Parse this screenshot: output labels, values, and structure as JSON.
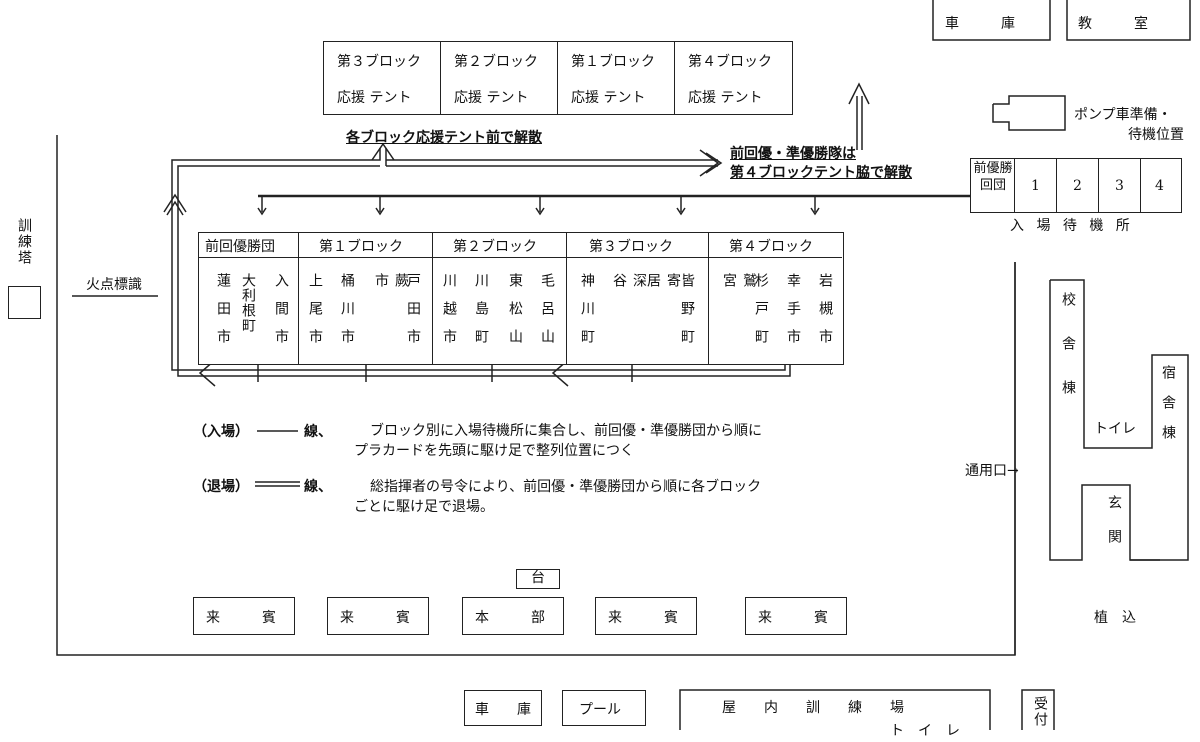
{
  "top_right": {
    "garage": "車　　　庫",
    "classroom": "教　　　室"
  },
  "tents": [
    {
      "block": "第３ブロック",
      "label": "応援 テント"
    },
    {
      "block": "第２ブロック",
      "label": "応援 テント"
    },
    {
      "block": "第１ブロック",
      "label": "応援 テント"
    },
    {
      "block": "第４ブロック",
      "label": "応援 テント"
    }
  ],
  "pump": {
    "line1": "ポンプ車準備・",
    "line2": "待機位置"
  },
  "dismiss_tents": "各ブロック応援テント前で解散",
  "prev_winner_note": {
    "line1": "前回優・準優勝隊は",
    "line2": "第４ブロックテント脇で解散"
  },
  "waiting": {
    "first": "前優勝回団",
    "nums": [
      "1",
      "2",
      "3",
      "4"
    ],
    "caption": "入 場 待 機 所"
  },
  "tower": "訓練塔",
  "fire_marker": "火点標識",
  "formation": {
    "headers": [
      "前回優勝団",
      "第１ブロック",
      "第２ブロック",
      "第３ブロック",
      "第４ブロック"
    ],
    "columns": [
      [
        "蓮田市",
        "大利根町",
        "入間市"
      ],
      [
        "上尾市",
        "桶川市",
        "蕨市",
        "戸田市"
      ],
      [
        "川越市",
        "川島町",
        "東松山",
        "毛呂山"
      ],
      [
        "神川町",
        "深谷",
        "寄居",
        "皆野町"
      ],
      [
        "鷲宮",
        "杉戸町",
        "幸手市",
        "岩槻市"
      ]
    ]
  },
  "legend": {
    "enter_label": "（入場）",
    "enter_suffix": "線、",
    "enter_text1": "ブロック別に入場待機所に集合し、前回優・準優勝団から順に",
    "enter_text2": "プラカードを先頭に駆け足で整列位置につく",
    "exit_label": "（退場）",
    "exit_suffix": "線、",
    "exit_text1": "総指揮者の号令により、前回優・準優勝団から順に各ブロック",
    "exit_text2": "ごとに駆け足で退場。"
  },
  "stage": "台",
  "guests": [
    "来　　　賓",
    "来　　　賓",
    "本　　　部",
    "来　　　賓",
    "来　　　賓"
  ],
  "bottom": {
    "garage": "車　　庫",
    "pool": "プール",
    "indoor": "屋　　内　　訓　　練　　場",
    "indoor_toilet": "ト　イ　レ",
    "reception": "受付"
  },
  "school": {
    "building": "校舎棟",
    "dorm": "宿舎棟",
    "toilet": "トイレ",
    "entrance": "玄関",
    "planting": "植　込",
    "gate": "通用口→"
  }
}
